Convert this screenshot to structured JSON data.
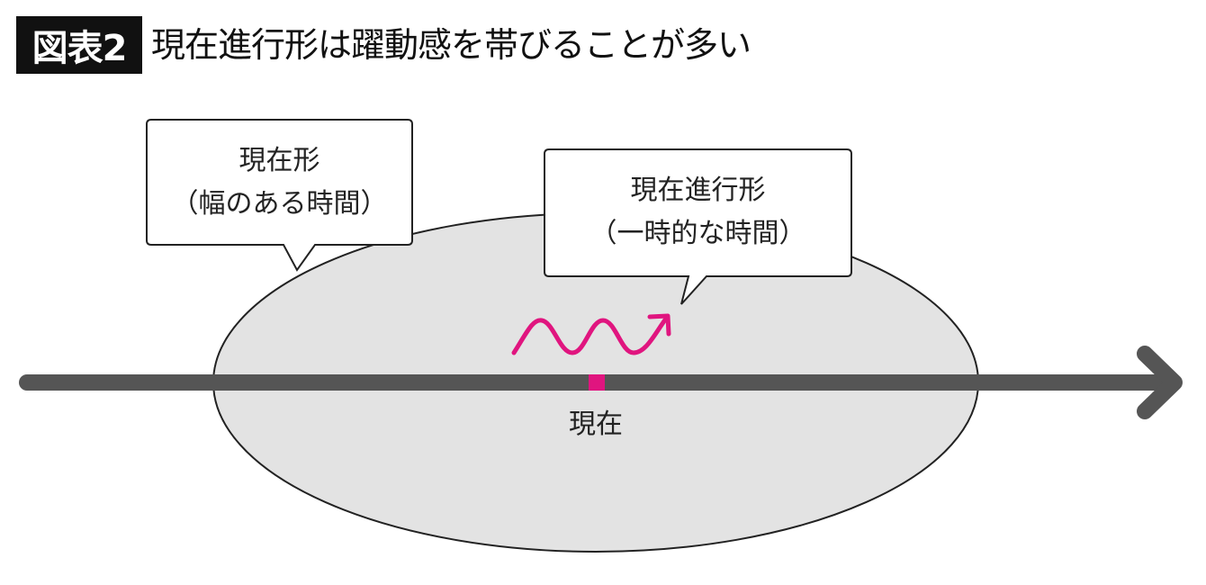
{
  "header": {
    "figure_label": "図表2",
    "title": "現在進行形は躍動感を帯びることが多い"
  },
  "bubbles": [
    {
      "line1": "現在形",
      "line2": "（幅のある時間）"
    },
    {
      "line1": "現在進行形",
      "line2": "（一時的な時間）"
    }
  ],
  "timeline": {
    "now_label": "現在"
  },
  "colors": {
    "accent": "#e0157f",
    "axis": "#555555",
    "ellipse": "#e3e3e3"
  }
}
